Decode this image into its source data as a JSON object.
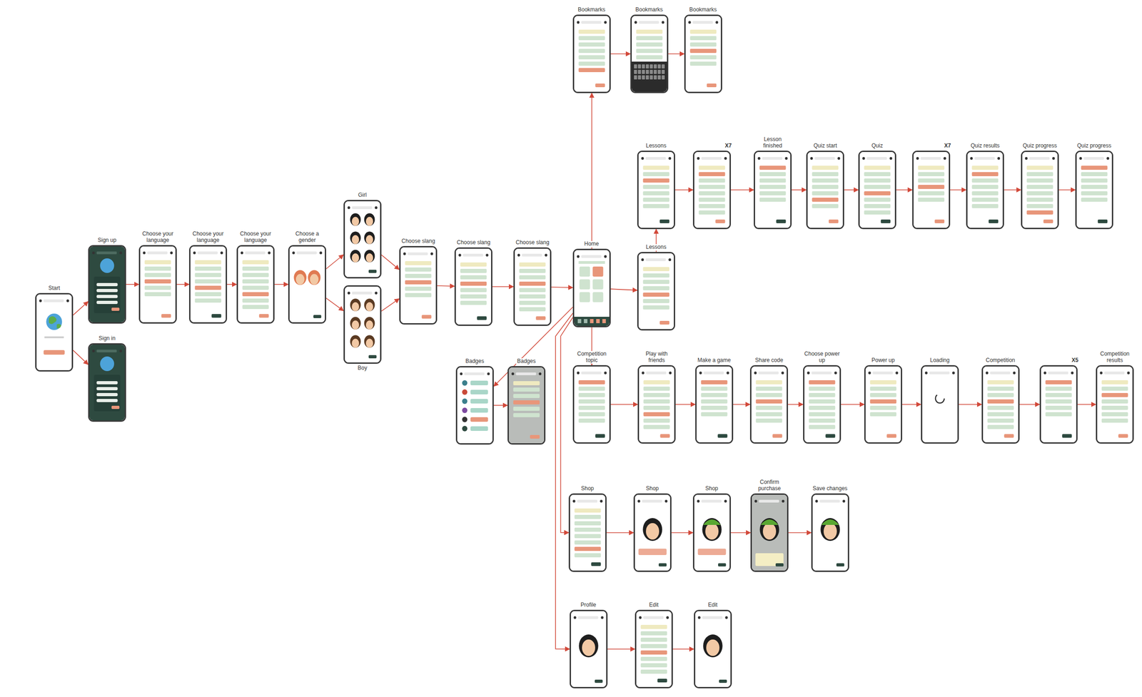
{
  "diagram": {
    "nodes": [
      {
        "text": [
          "Start"
        ]
      },
      {
        "text": [
          "Sign up"
        ]
      },
      {
        "text": [
          "Sign in"
        ]
      },
      {
        "text": [
          "Choose your language"
        ]
      },
      {
        "text": [
          "Choose your language"
        ]
      },
      {
        "text": [
          "Choose your language"
        ]
      },
      {
        "text": [
          "Choose a gender"
        ]
      },
      {
        "text": [
          "Girl"
        ]
      },
      {
        "text": [
          "Boy"
        ]
      },
      {
        "text": [
          "Choose slang"
        ]
      },
      {
        "text": [
          "Choose slang"
        ]
      },
      {
        "text": [
          "Choose slang"
        ]
      },
      {
        "text": [
          "Home"
        ]
      },
      {
        "text": [
          "Bookmarks"
        ]
      },
      {
        "text": [
          "Bookmarks"
        ]
      },
      {
        "text": [
          "Bookmarks"
        ]
      },
      {
        "text": [
          "Lessons"
        ]
      },
      {
        "text": [
          "X7"
        ]
      },
      {
        "text": [
          "Lesson finished"
        ]
      },
      {
        "text": [
          "Quiz start"
        ]
      },
      {
        "text": [
          "Quiz"
        ]
      },
      {
        "text": [
          "X7"
        ]
      },
      {
        "text": [
          "Quiz results"
        ]
      },
      {
        "text": [
          "Quiz progress"
        ]
      },
      {
        "text": [
          "Quiz progress"
        ]
      },
      {
        "text": [
          "Lessons"
        ]
      },
      {
        "text": [
          "Badges"
        ]
      },
      {
        "text": [
          "Badges"
        ]
      },
      {
        "text": [
          "Competition topic"
        ]
      },
      {
        "text": [
          "Play with friends"
        ]
      },
      {
        "text": [
          "Make a game"
        ]
      },
      {
        "text": [
          "Share code"
        ]
      },
      {
        "text": [
          "Choose power up"
        ]
      },
      {
        "text": [
          "Power up"
        ]
      },
      {
        "text": [
          "Loading"
        ]
      },
      {
        "text": [
          "Competition"
        ]
      },
      {
        "text": [
          "X5"
        ]
      },
      {
        "text": [
          "Competition results"
        ]
      },
      {
        "text": [
          "Shop"
        ]
      },
      {
        "text": [
          "Shop"
        ]
      },
      {
        "text": [
          "Shop"
        ]
      },
      {
        "text": [
          "Confirm purchase"
        ]
      },
      {
        "text": [
          "Save changes"
        ]
      },
      {
        "text": [
          "Profile"
        ]
      },
      {
        "text": [
          "Edit"
        ]
      },
      {
        "text": [
          "Edit"
        ]
      }
    ],
    "edges": [
      {
        "from": 0,
        "to": 1,
        "arrow": "to"
      },
      {
        "from": 0,
        "to": 2,
        "arrow": "to"
      },
      {
        "from": 1,
        "to": 3,
        "arrow": "to"
      },
      {
        "from": 3,
        "to": 4,
        "arrow": "to"
      },
      {
        "from": 4,
        "to": 5,
        "arrow": "to"
      },
      {
        "from": 5,
        "to": 6,
        "arrow": "to"
      },
      {
        "from": 6,
        "to": 7,
        "arrow": "to"
      },
      {
        "from": 6,
        "to": 8,
        "arrow": "to"
      },
      {
        "from": 7,
        "to": 9,
        "arrow": "to"
      },
      {
        "from": 8,
        "to": 9,
        "arrow": "to"
      },
      {
        "from": 9,
        "to": 10,
        "arrow": "to"
      },
      {
        "from": 10,
        "to": 11,
        "arrow": "to"
      },
      {
        "from": 11,
        "to": 12,
        "arrow": "to"
      },
      {
        "from": 12,
        "to": 13,
        "arrow": "to"
      },
      {
        "from": 13,
        "to": 14,
        "arrow": "to"
      },
      {
        "from": 14,
        "to": 15,
        "arrow": "to"
      },
      {
        "from": 12,
        "to": 25,
        "arrow": "to"
      },
      {
        "from": 25,
        "to": 16,
        "arrow": "to"
      },
      {
        "from": 16,
        "to": 17,
        "arrow": "to"
      },
      {
        "from": 17,
        "to": 18,
        "arrow": "to"
      },
      {
        "from": 18,
        "to": 19,
        "arrow": "to"
      },
      {
        "from": 19,
        "to": 20,
        "arrow": "to"
      },
      {
        "from": 20,
        "to": 21,
        "arrow": "to"
      },
      {
        "from": 21,
        "to": 22,
        "arrow": "to"
      },
      {
        "from": 22,
        "to": 23,
        "arrow": "to"
      },
      {
        "from": 23,
        "to": 24,
        "arrow": "to"
      },
      {
        "from": 12,
        "to": 26,
        "arrow": "to"
      },
      {
        "from": 26,
        "to": 27,
        "arrow": "to"
      },
      {
        "from": 12,
        "to": 28,
        "arrow": "to"
      },
      {
        "from": 28,
        "to": 29,
        "arrow": "to"
      },
      {
        "from": 29,
        "to": 30,
        "arrow": "to"
      },
      {
        "from": 30,
        "to": 31,
        "arrow": "to"
      },
      {
        "from": 31,
        "to": 32,
        "arrow": "to"
      },
      {
        "from": 32,
        "to": 33,
        "arrow": "to"
      },
      {
        "from": 33,
        "to": 34,
        "arrow": "to"
      },
      {
        "from": 34,
        "to": 35,
        "arrow": "to"
      },
      {
        "from": 35,
        "to": 36,
        "arrow": "to"
      },
      {
        "from": 36,
        "to": 37,
        "arrow": "to"
      },
      {
        "from": 12,
        "to": 38,
        "arrow": "to"
      },
      {
        "from": 38,
        "to": 39,
        "arrow": "to"
      },
      {
        "from": 39,
        "to": 40,
        "arrow": "to"
      },
      {
        "from": 40,
        "to": 41,
        "arrow": "to"
      },
      {
        "from": 41,
        "to": 42,
        "arrow": "to"
      },
      {
        "from": 12,
        "to": 43,
        "arrow": "to"
      },
      {
        "from": 43,
        "to": 44,
        "arrow": "to"
      },
      {
        "from": 44,
        "to": 45,
        "arrow": "to"
      }
    ]
  }
}
